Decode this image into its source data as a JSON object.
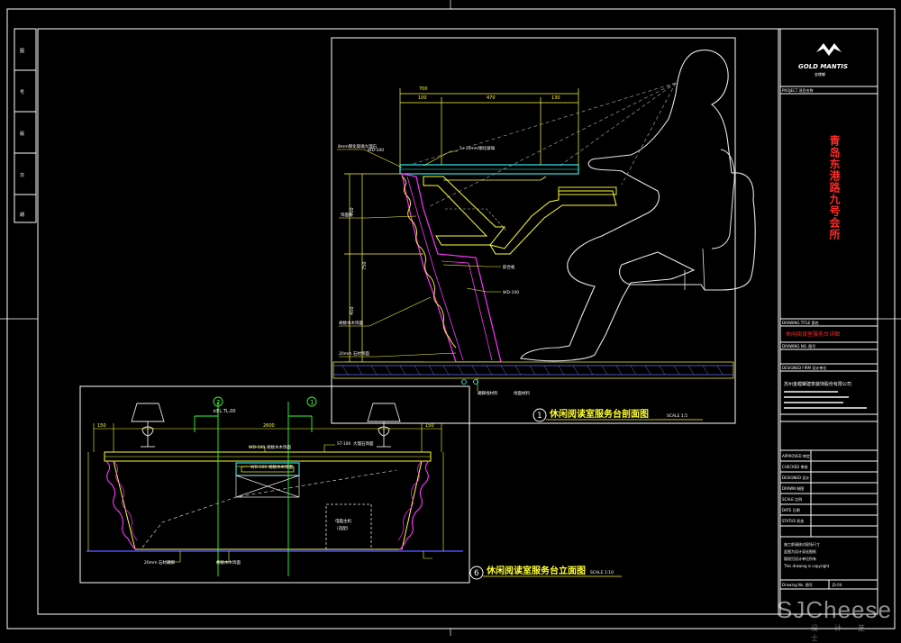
{
  "section": {
    "title": "休闲阅读室服务台剖面图",
    "number": "1",
    "scale": "SCALE 1:5",
    "top_dims": [
      "700",
      "470",
      "130",
      "100"
    ],
    "left_dims": [
      "750",
      "750",
      "450"
    ],
    "labels_left": [
      "8mm钢化玻璃大理石",
      "饰面板",
      "胡桃木木饰面",
      "20mm 石材饰面"
    ],
    "labels_mid": [
      "WD-100",
      "WD-100",
      "胶合板"
    ],
    "labels_bottom": [
      "踢脚线材料",
      "地面材料"
    ],
    "glass_note": "5+10mm钢化玻璃"
  },
  "elevation": {
    "title": "休闲阅读室服务台立面图",
    "number": "6",
    "scale": "SCALE 1:10",
    "ref": "±EL.TL.00",
    "marker_a": "2",
    "marker_b": "1",
    "labels": [
      "WD-100",
      "胡桃木木饰面",
      "ST-100",
      "大理石饰面",
      "WD-100",
      "胡桃木木饰面",
      "电脑主机",
      "(选配)"
    ],
    "bottom_labels": [
      "20mm 石材踢脚",
      "胡桃木木饰面"
    ],
    "dims": [
      "150",
      "2600",
      "150"
    ]
  },
  "titleblock": {
    "logo": "GOLD MANTIS",
    "logo_sub": "金螳螂",
    "project_vertical": "青岛东港路九号会所",
    "project_label": "PROJECT 项目名称",
    "drawing_label": "DRAWING TITLE 图名",
    "drawing_title": "休闲阅读室服务台详图",
    "drawing_no_label": "DRAWING NO. 图号",
    "company_label": "DESIGNED FIRM 设计单位",
    "company": "苏州金螳螂建筑装饰股份有限公司",
    "rows": [
      "APPROVED 审定",
      "CHECKED 审核",
      "DESIGNED 设计",
      "DRAWN 制图",
      "SCALE 比例",
      "DATE 日期",
      "STATUS 状态"
    ],
    "notes": [
      "施工前请核对现场尺寸",
      "此图为设计深化图纸",
      "版权归设计单位所有",
      "This drawing is copyright"
    ],
    "sheet_label": "Drawing No. 图号",
    "sheet_no": "JS-04"
  },
  "watermark": {
    "text": "SJCheese",
    "sub": "设计芝士"
  }
}
